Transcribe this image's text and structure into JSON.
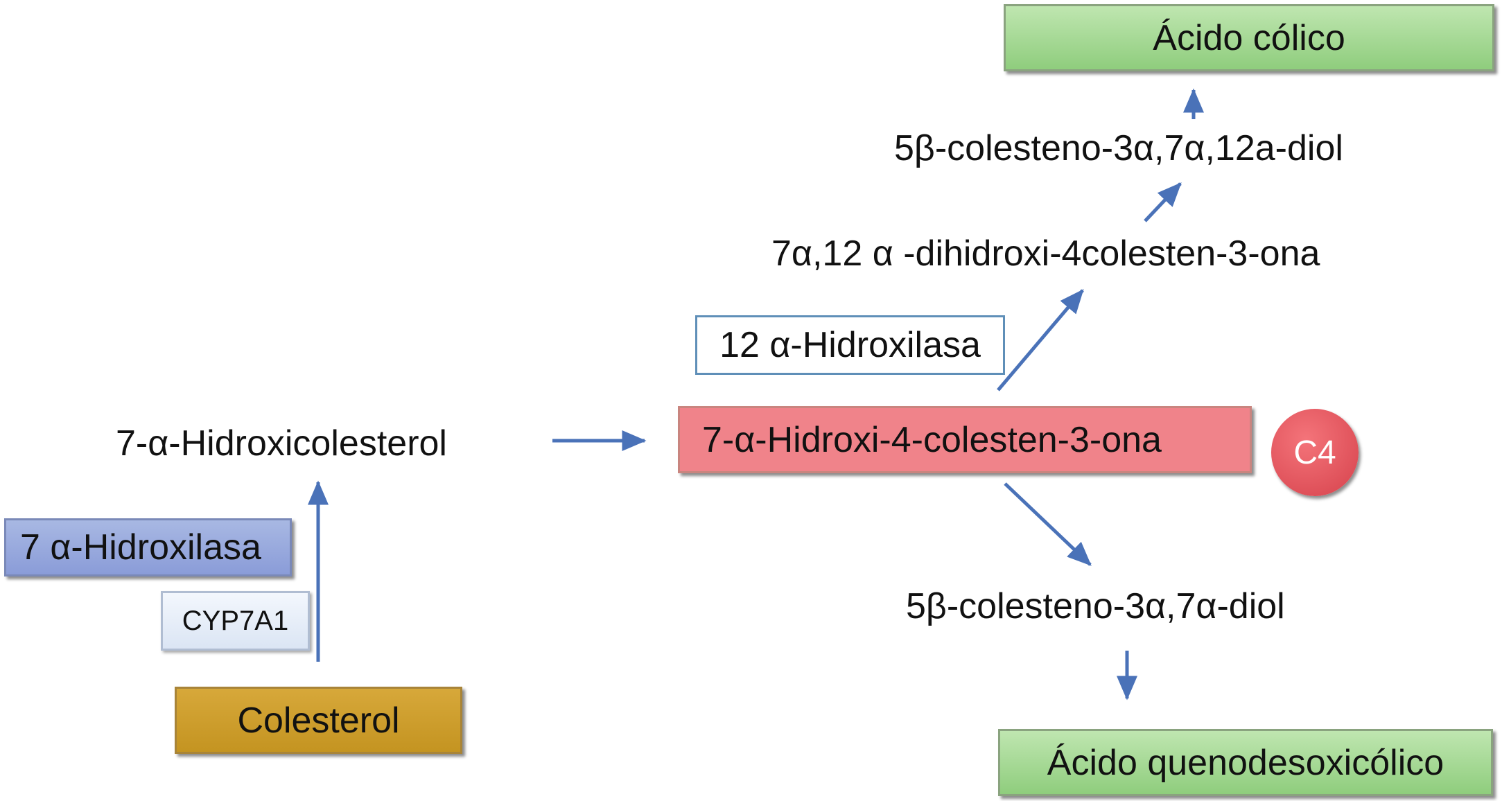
{
  "nodes": {
    "acido_colico": "Ácido cólico",
    "diol_12": "5β-colesteno-3α,7α,12a-diol",
    "dihidroxi": "7α,12 α -dihidroxi-4colesten-3-ona",
    "hidroxilasa_12": "12 α-Hidroxilasa",
    "hidroxicolesterol": "7-α-Hidroxicolesterol",
    "c4_intermediate": "7-α-Hidroxi-4-colesten-3-ona",
    "c4_badge": "C4",
    "hidroxilasa_7": "7 α-Hidroxilasa",
    "cyp7a1": "CYP7A1",
    "diol_7": "5β-colesteno-3α,7α-diol",
    "colesterol": "Colesterol",
    "acido_queno": "Ácido quenodesoxicólico"
  },
  "colors": {
    "arrow": "#4a72b8",
    "product_box": "#a9dc99",
    "c4_box": "#f0838a",
    "c4_badge": "#e05058",
    "enzyme_box": "#95a7dd",
    "gene_box": "#e8eef8",
    "substrate_box": "#c9991f",
    "enzyme_outline": "#5f8fb8"
  }
}
